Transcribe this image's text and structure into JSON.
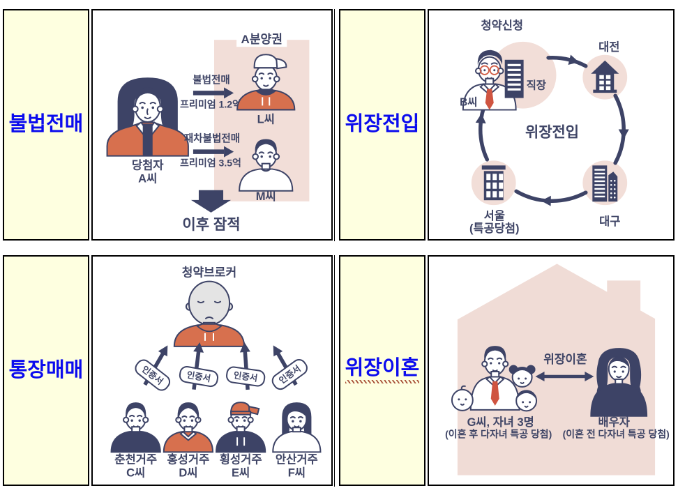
{
  "colors": {
    "navy": "#3d4366",
    "orange": "#d7704e",
    "red": "#cf5440",
    "pink": "#f2ded8",
    "house_pink": "#f0dcd6",
    "label_bg": "#feffe0",
    "label_blue": "#0b0bee",
    "bald_gray": "#e4e4e4"
  },
  "panels": [
    {
      "id": "bulbeop-jeonmae",
      "label": "불법전매",
      "diagram": {
        "winner_line1": "당첨자",
        "winner_line2": "A씨",
        "right_title": "A분양권",
        "arrow1_label": "불법전매",
        "arrow1_sub": "프리미엄 1.2억",
        "buyer1": "L씨",
        "arrow2_label": "재차불법전매",
        "arrow2_sub": "프리미엄 3.5억",
        "buyer2": "M씨",
        "footer": "이후 잠적"
      }
    },
    {
      "id": "wijang-jeonip",
      "label": "위장전입",
      "diagram": {
        "top_label": "청약신청",
        "person": "B씨",
        "workplace": "직장",
        "center": "위장전입",
        "node_top_right": "대전",
        "node_bottom_right": "대구",
        "node_bottom_left_1": "서울",
        "node_bottom_left_2": "(특공당첨)"
      }
    },
    {
      "id": "tongjang-maemae",
      "label": "통장매매",
      "diagram": {
        "broker": "청약브로커",
        "certificate": "인증서",
        "people": [
          {
            "region": "춘천거주",
            "name": "C씨"
          },
          {
            "region": "홍성거주",
            "name": "D씨"
          },
          {
            "region": "횡성거주",
            "name": "E씨"
          },
          {
            "region": "안산거주",
            "name": "F씨"
          }
        ]
      }
    },
    {
      "id": "wijang-ihon",
      "label": "위장이혼",
      "diagram": {
        "center": "위장이혼",
        "left_line1": "G씨, 자녀 3명",
        "left_line2": "(이혼 후 다자녀 특공 당첨)",
        "right_line1": "배우자",
        "right_line2": "(이혼 전 다자녀 특공 당첨)"
      }
    }
  ]
}
